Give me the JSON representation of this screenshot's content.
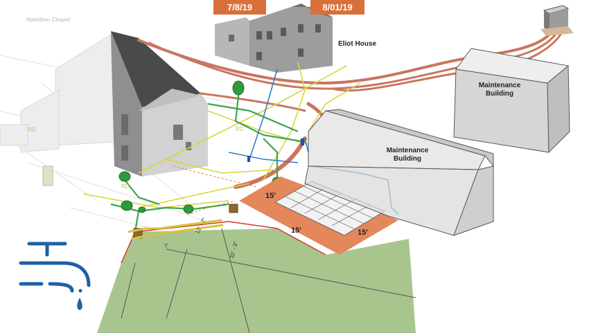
{
  "dates": {
    "left": "7/8/19",
    "right": "8/01/19"
  },
  "labels": {
    "hamilton_chapel": "Hamilton Chapel",
    "eliot_house": "Eliot House",
    "maintenance_far": "Maintenance Building",
    "maintenance_near": "Maintenance Building",
    "rd": "RD"
  },
  "dimensions": {
    "pad_top": "15'",
    "pad_left": "15'",
    "pad_right": "15'",
    "dim_a": "12' - 7\"",
    "dim_b": "32' - 3\"",
    "dim_c": "7'"
  },
  "icons": {
    "water": "water-faucet-icon"
  },
  "colors": {
    "accent": "#d9703a",
    "pad": "#e4875a",
    "lawn": "#a9c58e",
    "steam_pipe": "#c9755f",
    "water_icon": "#1f5fa5",
    "gas_line": "#d6d63a",
    "water_line": "#2f7ec4",
    "sewer_line": "#3aa64a"
  }
}
